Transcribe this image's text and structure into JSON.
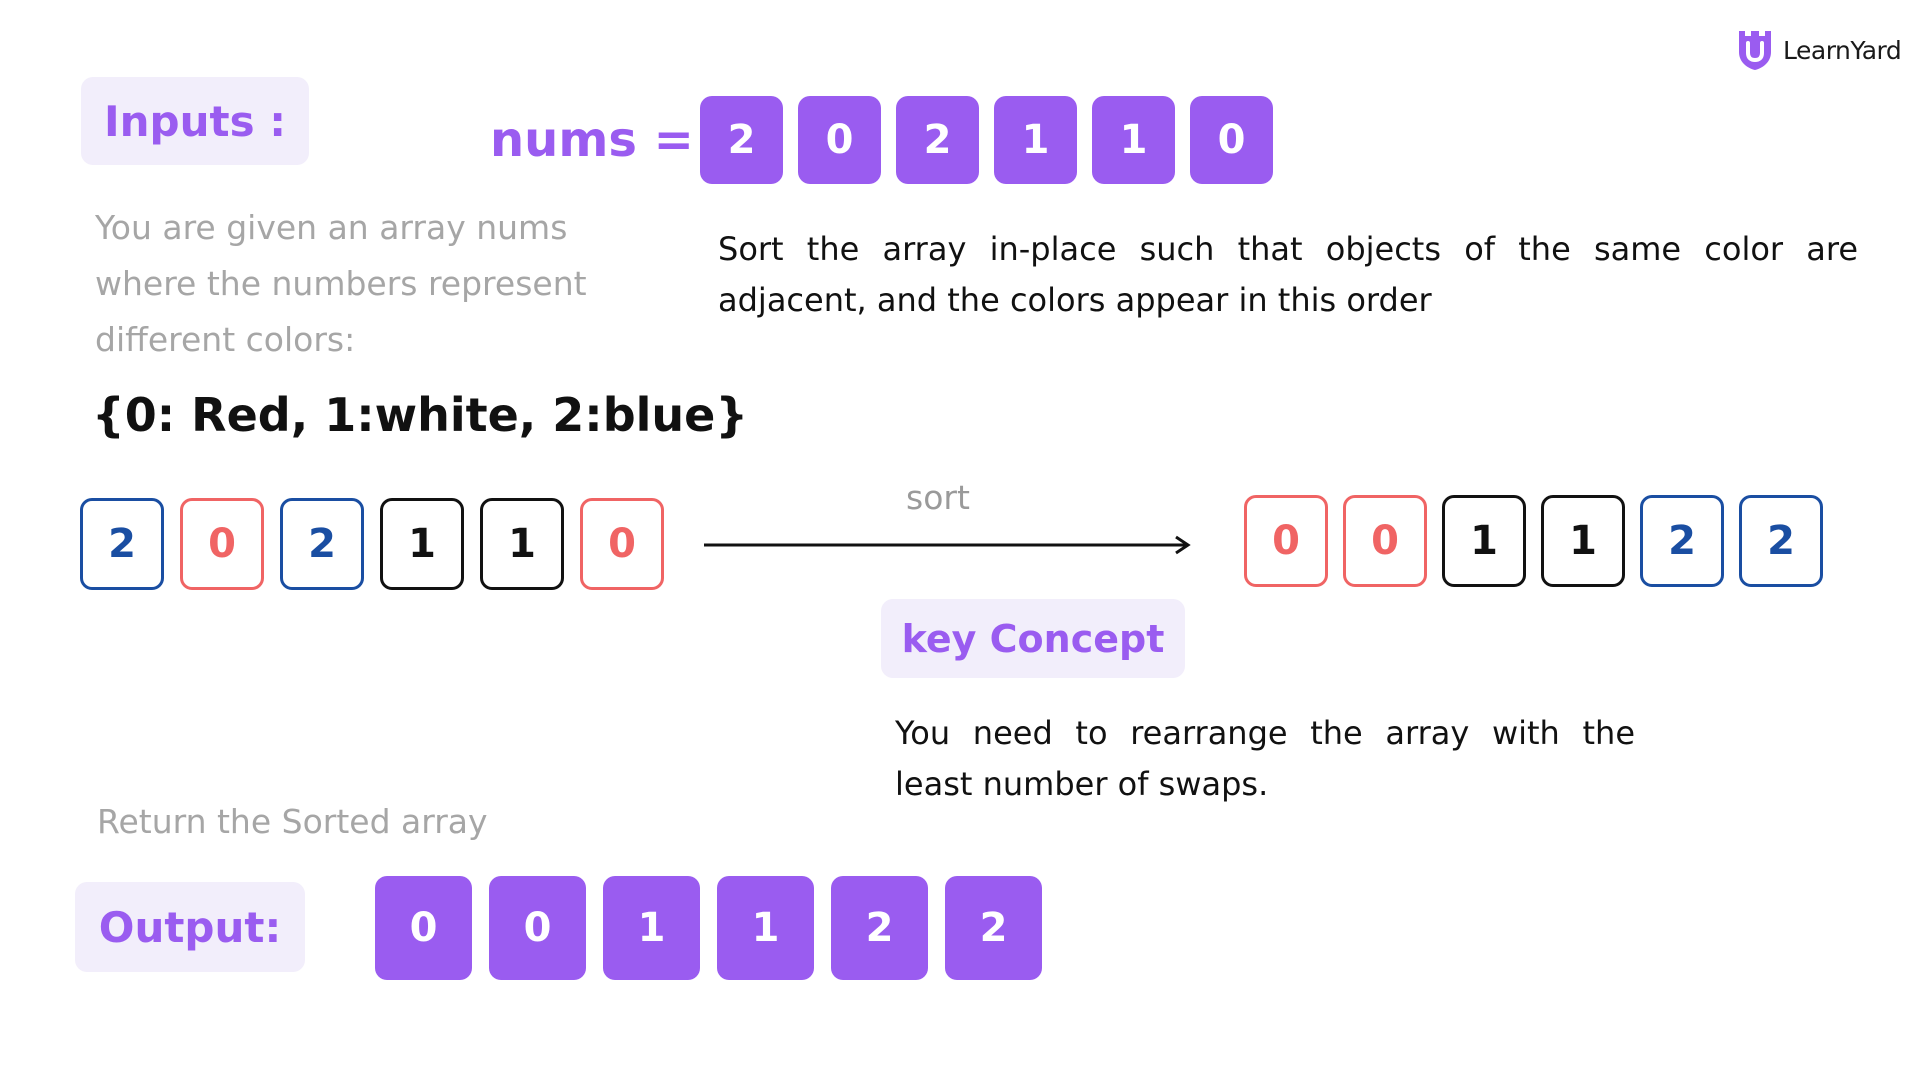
{
  "logo": {
    "text": "LearnYard",
    "icon": "shield-logo-icon"
  },
  "inputs_label": "Inputs :",
  "nums_label": "nums =",
  "nums": [
    "2",
    "0",
    "2",
    "1",
    "1",
    "0"
  ],
  "description": "You are given an array nums where the numbers represent different colors:",
  "mapping": "{0: Red, 1:white, 2:blue}",
  "sort_instruction": "Sort the array in-place such that objects of the same color are adjacent, and the colors appear in this order",
  "sort_label": "sort",
  "unsorted": [
    {
      "value": "2",
      "color": "blue"
    },
    {
      "value": "0",
      "color": "red"
    },
    {
      "value": "2",
      "color": "blue"
    },
    {
      "value": "1",
      "color": "white"
    },
    {
      "value": "1",
      "color": "white"
    },
    {
      "value": "0",
      "color": "red"
    }
  ],
  "sorted": [
    {
      "value": "0",
      "color": "red"
    },
    {
      "value": "0",
      "color": "red"
    },
    {
      "value": "1",
      "color": "white"
    },
    {
      "value": "1",
      "color": "white"
    },
    {
      "value": "2",
      "color": "blue"
    },
    {
      "value": "2",
      "color": "blue"
    }
  ],
  "key_concept_label": "key Concept",
  "key_concept_text": "You need to rearrange the array with the least number of swaps.",
  "return_text": "Return the Sorted array",
  "output_label": "Output:",
  "output": [
    "0",
    "0",
    "1",
    "1",
    "2",
    "2"
  ],
  "colors": {
    "accent": "#9a5cf0",
    "pill_bg": "#f2eefb",
    "red": "#f06464",
    "blue": "#1a4ea2",
    "white": "#111111"
  }
}
